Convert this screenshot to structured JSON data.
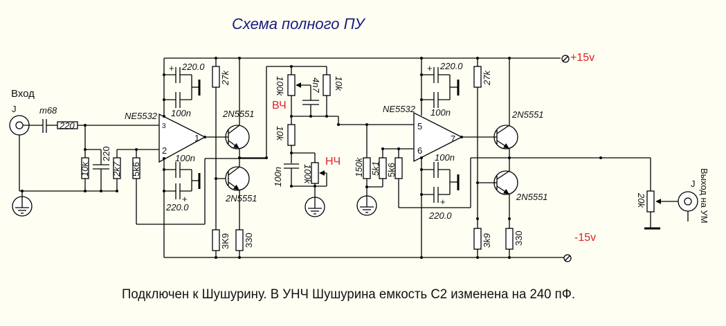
{
  "title": "Схема полного ПУ",
  "caption": "Подключен к Шушурину. В УНЧ Шушурина емкость С2 изменена на 240 пФ.",
  "colors": {
    "background": "#fefef3",
    "title": "#1a1a80",
    "accent_red": "#e02020",
    "line": "#000000"
  },
  "input": {
    "label": "Вход",
    "connector": "J"
  },
  "output": {
    "label": "Выход на УМ",
    "connector": "J"
  },
  "power": {
    "positive": "+15v",
    "negative": "-15v"
  },
  "stage1": {
    "opamp": "NE5532",
    "pins": {
      "noninv": "3",
      "inv": "2",
      "out": "1"
    },
    "input_cap": "m68",
    "input_res": "220",
    "r_to_gnd": "10k",
    "cap_to_gnd": "220",
    "r_fb_gnd": "2k7",
    "r_fb": "5k6",
    "decoupling_top": {
      "electrolytic": "220.0",
      "ceramic": "100n"
    },
    "decoupling_bottom": {
      "electrolytic": "220.0",
      "ceramic": "100n"
    },
    "bias_top": "27k",
    "bias_bottom": "3K9",
    "emitter_res": "330",
    "transistor_top": "2N5551",
    "transistor_bottom": "2N5551"
  },
  "tone": {
    "treble_label": "ВЧ",
    "bass_label": "НЧ",
    "treble_pot": "100k",
    "treble_cap": "4n7",
    "treble_res": "10k",
    "mid_res": "10k",
    "bass_cap": "100n",
    "bass_pot": "100k"
  },
  "stage2": {
    "opamp": "NE5532",
    "pins": {
      "noninv": "5",
      "inv": "6",
      "out": "7"
    },
    "r_to_gnd": "150k",
    "r_fb_gnd": "5k1",
    "r_fb": "5k6",
    "decoupling_top": {
      "electrolytic": "220.0",
      "ceramic": "100n"
    },
    "decoupling_bottom": {
      "electrolytic": "220.0",
      "ceramic": "100n"
    },
    "bias_top": "27k",
    "bias_bottom": "3k9",
    "emitter_res": "330",
    "transistor_top": "2N5551",
    "transistor_bottom": "2N5551",
    "volume_pot": "20k"
  }
}
